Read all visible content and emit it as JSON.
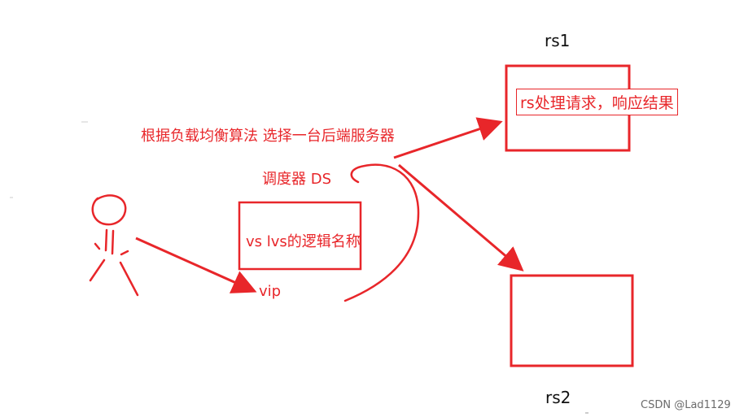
{
  "labels": {
    "rs1": "rs1",
    "rs2": "rs2",
    "rs_handle": "rs处理请求，响应结果",
    "algo": "根据负载均衡算法 选择一台后端服务器",
    "scheduler": "调度器 DS",
    "vs_name": "vs lvs的逻辑名称",
    "vip": "vip"
  },
  "watermark": "CSDN @Lad1129",
  "colors": {
    "ink": "#e8262a",
    "text_dark": "#111111"
  }
}
